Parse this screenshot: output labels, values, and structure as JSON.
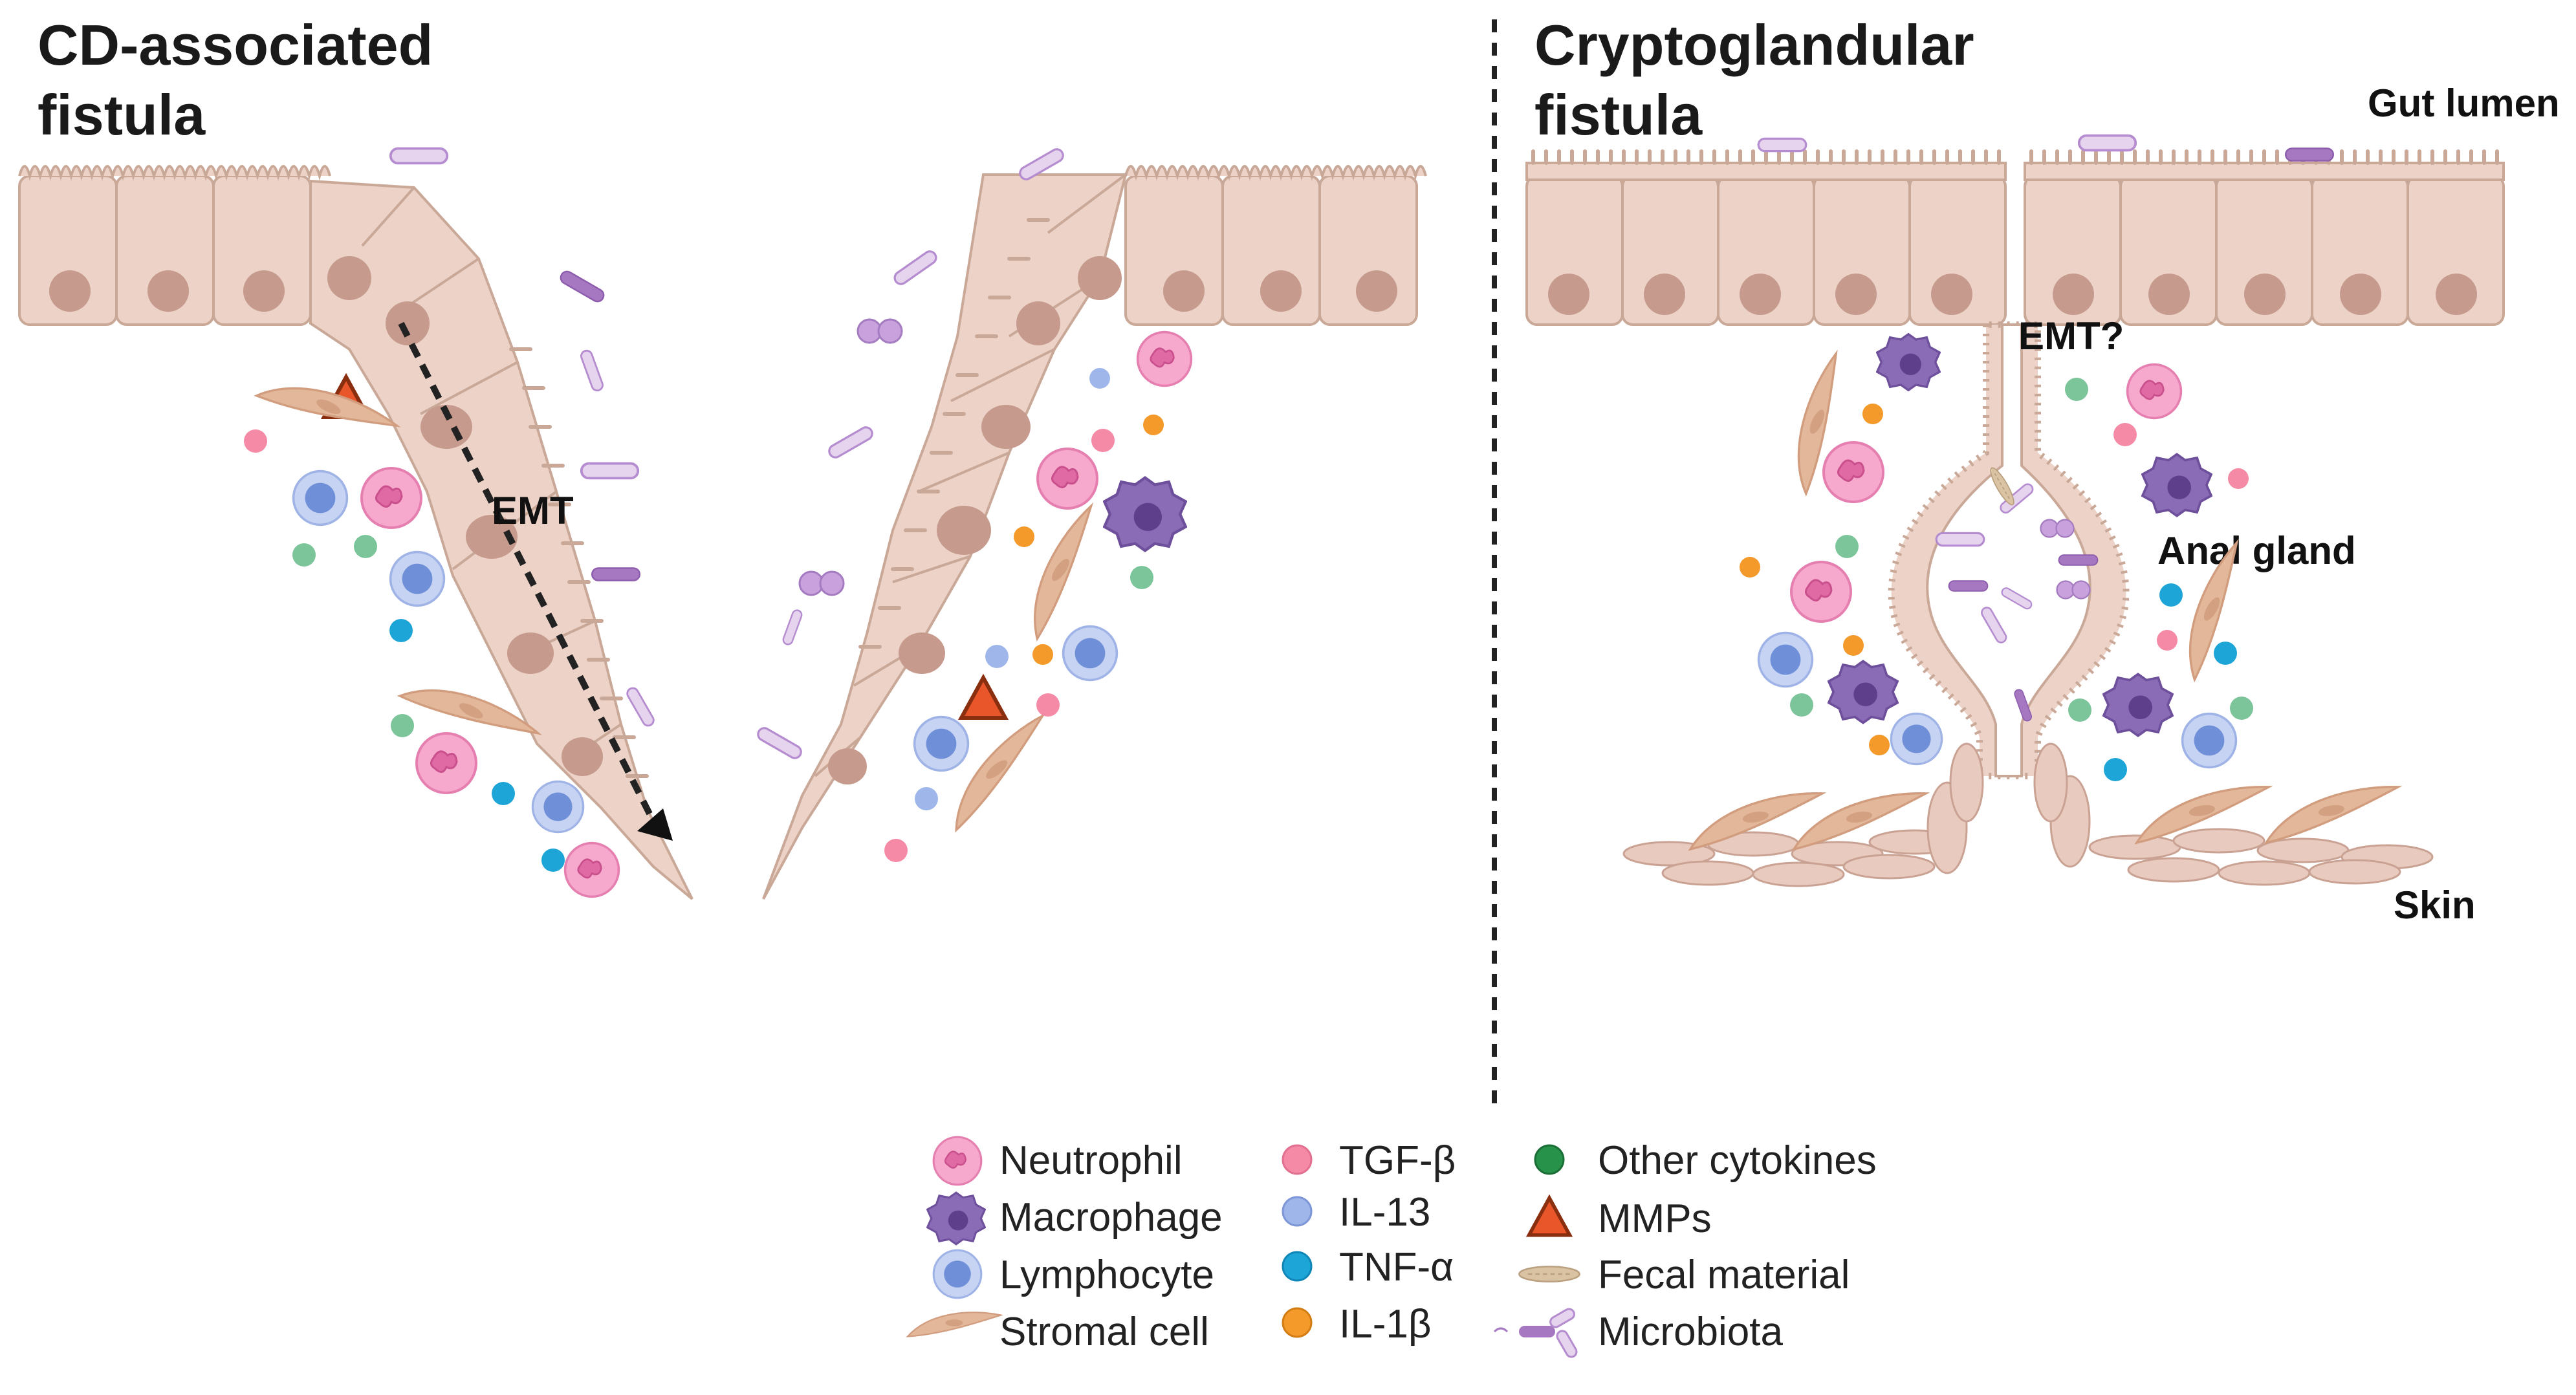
{
  "titles": {
    "left": [
      "CD-associated",
      "fistula"
    ],
    "right": [
      "Cryptoglandular",
      "fistula"
    ]
  },
  "labels": {
    "emt": "EMT",
    "emt_question": "EMT?",
    "gut_lumen": "Gut lumen",
    "anal_gland": "Anal gland",
    "skin": "Skin"
  },
  "legend": {
    "col1": [
      {
        "icon": "neutrophil-icon",
        "label": "Neutrophil"
      },
      {
        "icon": "macrophage-icon",
        "label": "Macrophage"
      },
      {
        "icon": "lymphocyte-icon",
        "label": "Lymphocyte"
      },
      {
        "icon": "stromal-cell-icon",
        "label": "Stromal cell"
      }
    ],
    "col2": [
      {
        "icon": "tgf-beta-dot-icon",
        "label": "TGF-β",
        "color": "#f48aa5"
      },
      {
        "icon": "il-13-dot-icon",
        "label": "IL-13",
        "color": "#9fb6ea"
      },
      {
        "icon": "tnf-alpha-dot-icon",
        "label": "TNF-α",
        "color": "#1ea5d8"
      },
      {
        "icon": "il-1-beta-dot-icon",
        "label": "IL-1β",
        "color": "#f39a2b"
      }
    ],
    "col3": [
      {
        "icon": "other-cytokines-dot-icon",
        "label": "Other cytokines",
        "color": "#27924a"
      },
      {
        "icon": "mmp-triangle-icon",
        "label": "MMPs",
        "color": "#e8562a"
      },
      {
        "icon": "fecal-material-icon",
        "label": "Fecal material"
      },
      {
        "icon": "microbiota-icon",
        "label": "Microbiota"
      }
    ]
  },
  "colors": {
    "epithelium": "#ecd2c7",
    "epithelium_border": "#c9a898",
    "nucleus": "#c69a8c",
    "neutrophil": "#f6a9cc",
    "macrophage": "#8a6bb5",
    "lymphocyte": "#a9bdea",
    "stromal": "#e3b79a",
    "tgf_beta": "#f48aa5",
    "il_13": "#9fb6ea",
    "tnf_alpha": "#1ea5d8",
    "il_1_beta": "#f39a2b",
    "other_cytokines": "#7cc49a",
    "mmp": "#e8562a",
    "microbiota": "#c9a8d8"
  }
}
